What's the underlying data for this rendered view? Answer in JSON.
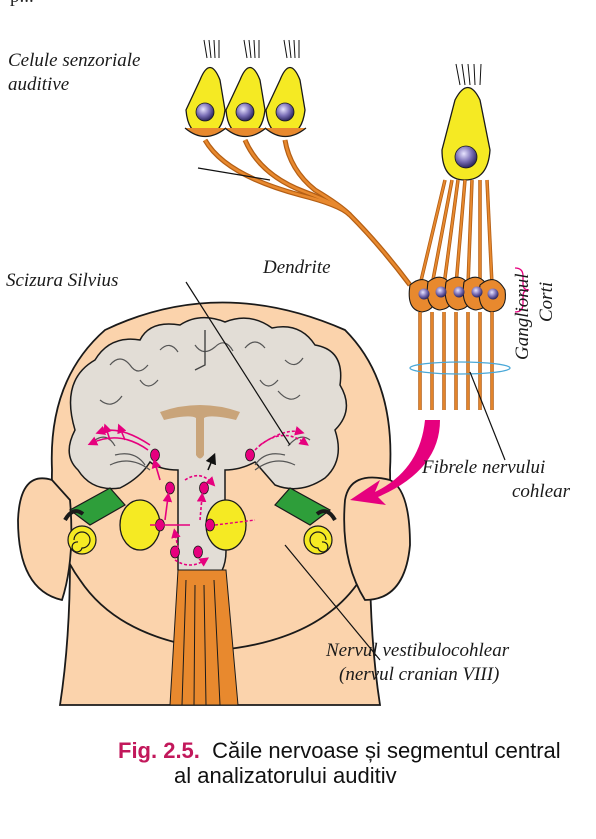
{
  "top_text": "p...",
  "labels": {
    "celule_line1": "Celule senzoriale",
    "celule_line2": "auditive",
    "dendrite": "Dendrite",
    "scizura": "Scizura Silvius",
    "ganglion_line1": "Ganglionul",
    "ganglion_line2": "Corti",
    "fibrele_line1": "Fibrele nervului",
    "fibrele_line2": "cohlear",
    "nervul_line1": "Nervul vestibulocohlear",
    "nervul_line2": "(nervul cranian VIII)"
  },
  "caption": {
    "number": "Fig. 2.5.",
    "line1": "Căile nervoase și segmentul central",
    "line2": "al analizatorului auditiv"
  },
  "colors": {
    "head": "#fbd3ac",
    "head_outline": "#1a1a1a",
    "brain": "#e2ddd6",
    "ventricle": "#c9a47a",
    "neuron_body": "#f5ea23",
    "nucleus": "#7c71b8",
    "fiber": "#e8892e",
    "pathway": "#e6007e",
    "cochlea": "#f5ea23",
    "nerve_green": "#2e9e3a",
    "ganglion_bracket": "#e6007e",
    "ellipse_marker": "#4aa8d8"
  }
}
